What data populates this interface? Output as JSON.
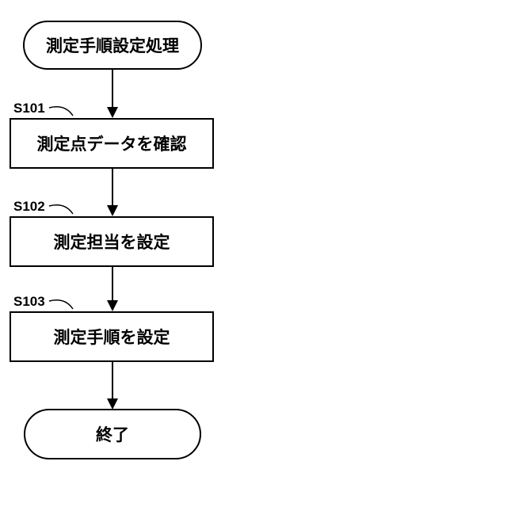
{
  "flowchart": {
    "start": {
      "label": "測定手順設定処理"
    },
    "steps": [
      {
        "id": "S101",
        "label": "測定点データを確認"
      },
      {
        "id": "S102",
        "label": "測定担当を設定"
      },
      {
        "id": "S103",
        "label": "測定手順を設定"
      }
    ],
    "end": {
      "label": "終了"
    }
  },
  "colors": {
    "stroke": "#000000",
    "fill": "#ffffff",
    "text": "#000000"
  }
}
